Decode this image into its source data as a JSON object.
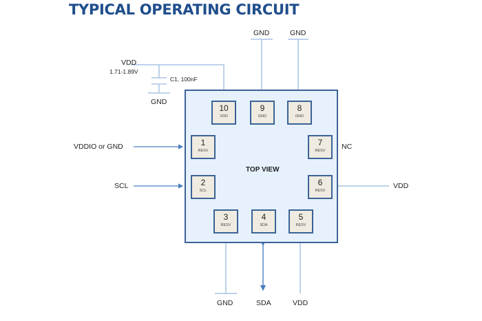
{
  "title": "TYPICAL OPERATING CIRCUIT",
  "colors": {
    "title": "#1f4e8c",
    "chip_fill": "#e6f1fd",
    "chip_border": "#3b6296",
    "pin_fill": "#efebe1",
    "wire": "#a9c3e3",
    "arrow_wire": "#4a7fc1"
  },
  "chip": {
    "label": "TOP VIEW",
    "pins": [
      {
        "number": "1",
        "function": "RESV"
      },
      {
        "number": "2",
        "function": "SCL"
      },
      {
        "number": "3",
        "function": "RESV"
      },
      {
        "number": "4",
        "function": "SDA"
      },
      {
        "number": "5",
        "function": "RESV"
      },
      {
        "number": "6",
        "function": "RESV"
      },
      {
        "number": "7",
        "function": "RESV"
      },
      {
        "number": "8",
        "function": "GND"
      },
      {
        "number": "9",
        "function": "GND"
      },
      {
        "number": "10",
        "function": "VDD"
      }
    ]
  },
  "connections": {
    "vdd_supply": {
      "label": "VDD",
      "range": "1.71-1.89V"
    },
    "capacitor": {
      "label": "C1, 100nF",
      "ground": "GND"
    },
    "pin9_net": "GND",
    "pin8_net": "GND",
    "pin1_net": "VDDIO or GND",
    "pin2_net": "SCL",
    "pin7_net": "NC",
    "pin6_net": "VDD",
    "pin3_net": "GND",
    "pin4_net": "SDA",
    "pin5_net": "VDD"
  }
}
